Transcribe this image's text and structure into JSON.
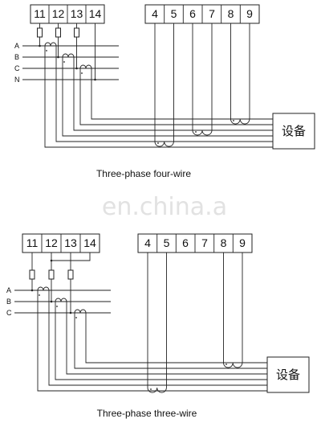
{
  "diagram_top": {
    "meter_terminals": [
      "11",
      "12",
      "13",
      "14"
    ],
    "output_terminals": [
      "4",
      "5",
      "6",
      "7",
      "8",
      "9"
    ],
    "phases": [
      "A",
      "B",
      "C",
      "N"
    ],
    "device_label": "设备",
    "caption": "Three-phase four-wire"
  },
  "watermark": "en.china.a",
  "diagram_bottom": {
    "meter_terminals": [
      "11",
      "12",
      "13",
      "14"
    ],
    "output_terminals": [
      "4",
      "5",
      "6",
      "7",
      "8",
      "9"
    ],
    "phases": [
      "A",
      "B",
      "C"
    ],
    "device_label": "设备",
    "caption": "Three-phase three-wire"
  }
}
